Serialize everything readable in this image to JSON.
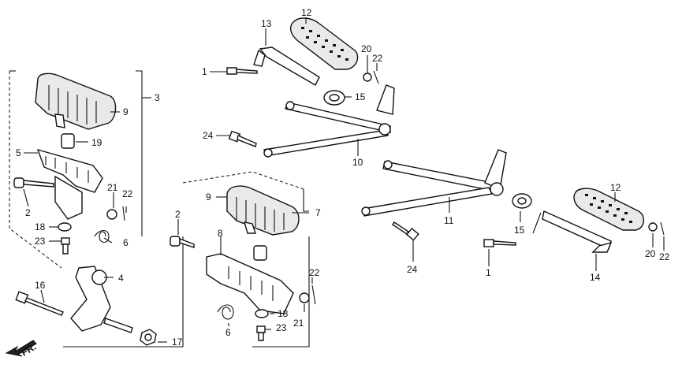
{
  "callouts": [
    {
      "id": "c13",
      "text": "13"
    },
    {
      "id": "c12a",
      "text": "12"
    },
    {
      "id": "c20a",
      "text": "20"
    },
    {
      "id": "c22a",
      "text": "22"
    },
    {
      "id": "c1a",
      "text": "1"
    },
    {
      "id": "c15a",
      "text": "15"
    },
    {
      "id": "c24a",
      "text": "24"
    },
    {
      "id": "c10",
      "text": "10"
    },
    {
      "id": "c3",
      "text": "3"
    },
    {
      "id": "c9a",
      "text": "9"
    },
    {
      "id": "c19",
      "text": "19"
    },
    {
      "id": "c5",
      "text": "5"
    },
    {
      "id": "c2a",
      "text": "2"
    },
    {
      "id": "c21a",
      "text": "21"
    },
    {
      "id": "c22b",
      "text": "22"
    },
    {
      "id": "c18a",
      "text": "18"
    },
    {
      "id": "c23a",
      "text": "23"
    },
    {
      "id": "c6a",
      "text": "6"
    },
    {
      "id": "c16",
      "text": "16"
    },
    {
      "id": "c4",
      "text": "4"
    },
    {
      "id": "c17",
      "text": "17"
    },
    {
      "id": "c9b",
      "text": "9"
    },
    {
      "id": "c7",
      "text": "7"
    },
    {
      "id": "c2b",
      "text": "2"
    },
    {
      "id": "c8",
      "text": "8"
    },
    {
      "id": "c22c",
      "text": "22"
    },
    {
      "id": "c18b",
      "text": "18"
    },
    {
      "id": "c21b",
      "text": "21"
    },
    {
      "id": "c23b",
      "text": "23"
    },
    {
      "id": "c6b",
      "text": "6"
    },
    {
      "id": "c11",
      "text": "11"
    },
    {
      "id": "c12b",
      "text": "12"
    },
    {
      "id": "c15b",
      "text": "15"
    },
    {
      "id": "c24b",
      "text": "24"
    },
    {
      "id": "c1b",
      "text": "1"
    },
    {
      "id": "c14",
      "text": "14"
    },
    {
      "id": "c20b",
      "text": "20"
    },
    {
      "id": "c22d",
      "text": "22"
    }
  ],
  "front_indicator": "FR."
}
